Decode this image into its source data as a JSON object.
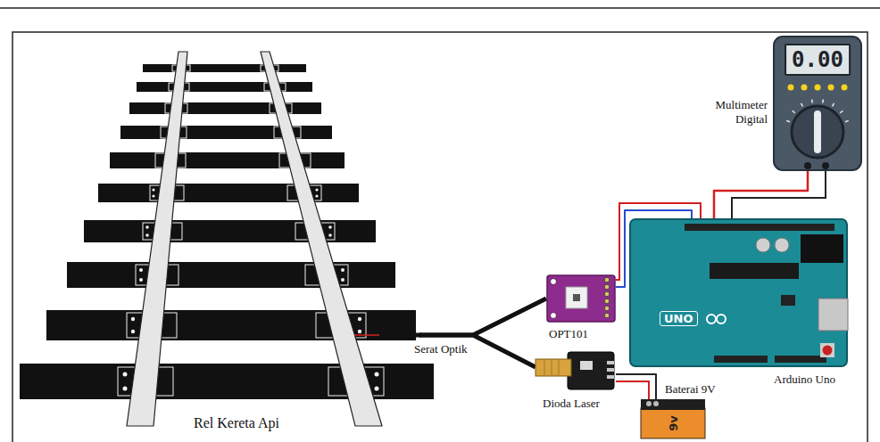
{
  "diagram": {
    "nodes": [
      {
        "text": [
          "Rel Kereta Api"
        ]
      },
      {
        "text": [
          "0.00",
          "Multimeter Digital"
        ]
      },
      {
        "text": [
          "UNO",
          "Arduino Uno"
        ]
      },
      {
        "text": [
          "OPT101"
        ]
      },
      {
        "text": [
          "Dioda Laser"
        ]
      },
      {
        "text": [
          "9v",
          "Baterai 9V"
        ]
      }
    ],
    "edges": [
      {
        "from": 0,
        "to": 3,
        "label": "Serat Optik",
        "arrow": "none"
      },
      {
        "from": 0,
        "to": 4,
        "arrow": "none"
      },
      {
        "from": 3,
        "to": 2,
        "arrow": "none"
      },
      {
        "from": 2,
        "to": 1,
        "arrow": "none"
      },
      {
        "from": 4,
        "to": 5,
        "arrow": "none"
      }
    ]
  }
}
